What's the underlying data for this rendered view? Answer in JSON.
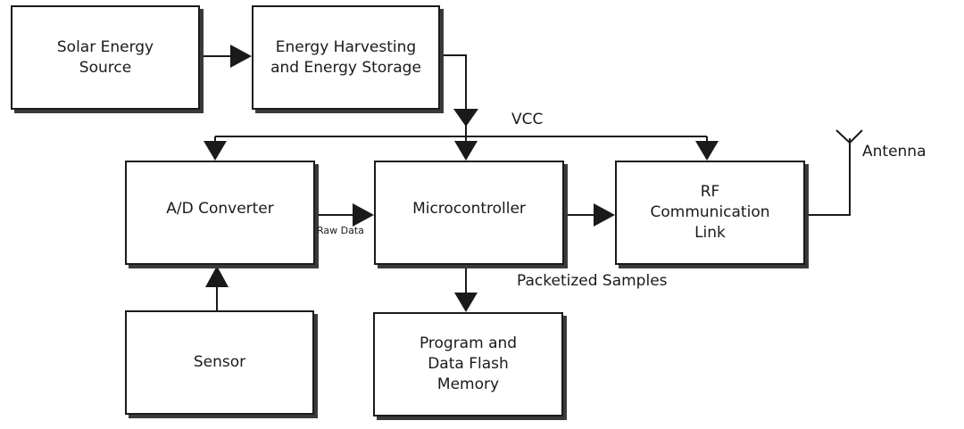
{
  "blocks": {
    "solar": [
      "Solar Energy",
      "Source"
    ],
    "harvest": [
      "Energy Harvesting",
      "and Energy Storage"
    ],
    "adc": [
      "A/D Converter"
    ],
    "mcu": [
      "Microcontroller"
    ],
    "rf": [
      "RF",
      "Communication",
      "Link"
    ],
    "sensor": [
      "Sensor"
    ],
    "flash": [
      "Program and",
      "Data Flash",
      "Memory"
    ]
  },
  "labels": {
    "vcc": "VCC",
    "antenna": "Antenna",
    "raw_data": "Raw Data",
    "packetized": "Packetized Samples"
  }
}
